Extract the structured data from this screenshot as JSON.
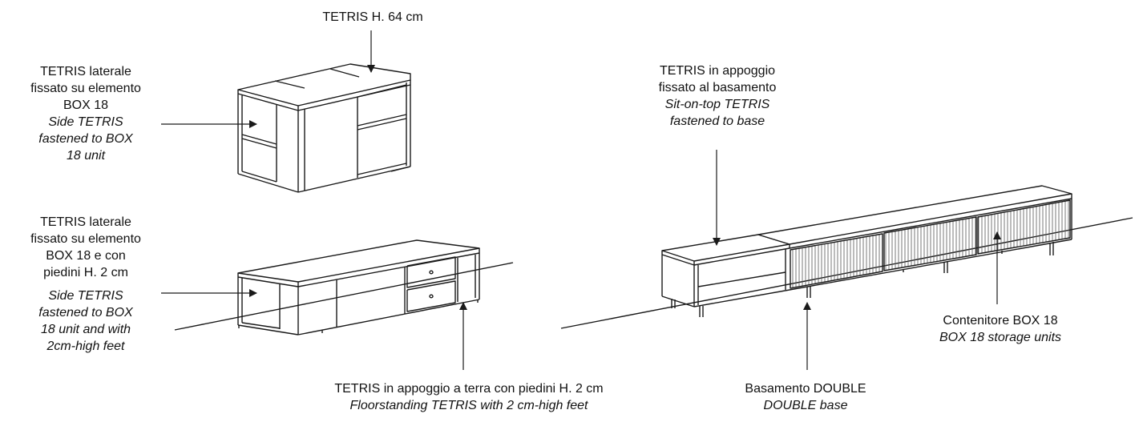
{
  "colors": {
    "line": "#1a1a1a",
    "background": "#ffffff",
    "text": "#111111"
  },
  "labels": {
    "tetris_h64": {
      "regular": [
        "TETRIS H. 64 cm"
      ],
      "italic": []
    },
    "side_tetris_box18": {
      "regular": [
        "TETRIS laterale",
        "fissato su elemento",
        "BOX 18"
      ],
      "italic": [
        "Side TETRIS",
        "fastened to BOX",
        "18 unit"
      ]
    },
    "side_tetris_feet": {
      "regular": [
        "TETRIS laterale",
        "fissato su elemento",
        "BOX 18 e con",
        "piedini H. 2 cm"
      ],
      "italic": [
        "Side TETRIS",
        "fastened to BOX",
        "18 unit and with",
        "2cm-high feet"
      ]
    },
    "floorstanding": {
      "regular": [
        "TETRIS in appoggio a terra con piedini H. 2 cm"
      ],
      "italic": [
        "Floorstanding TETRIS with 2 cm-high feet"
      ]
    },
    "sit_on_top": {
      "regular": [
        "TETRIS in appoggio",
        "fissato al basamento"
      ],
      "italic": [
        "Sit-on-top TETRIS",
        "fastened to base"
      ]
    },
    "double_base": {
      "regular": [
        "Basamento DOUBLE"
      ],
      "italic": [
        "DOUBLE base"
      ]
    },
    "box18_storage": {
      "regular": [
        "Contenitore BOX 18"
      ],
      "italic": [
        "BOX 18 storage units"
      ]
    }
  }
}
